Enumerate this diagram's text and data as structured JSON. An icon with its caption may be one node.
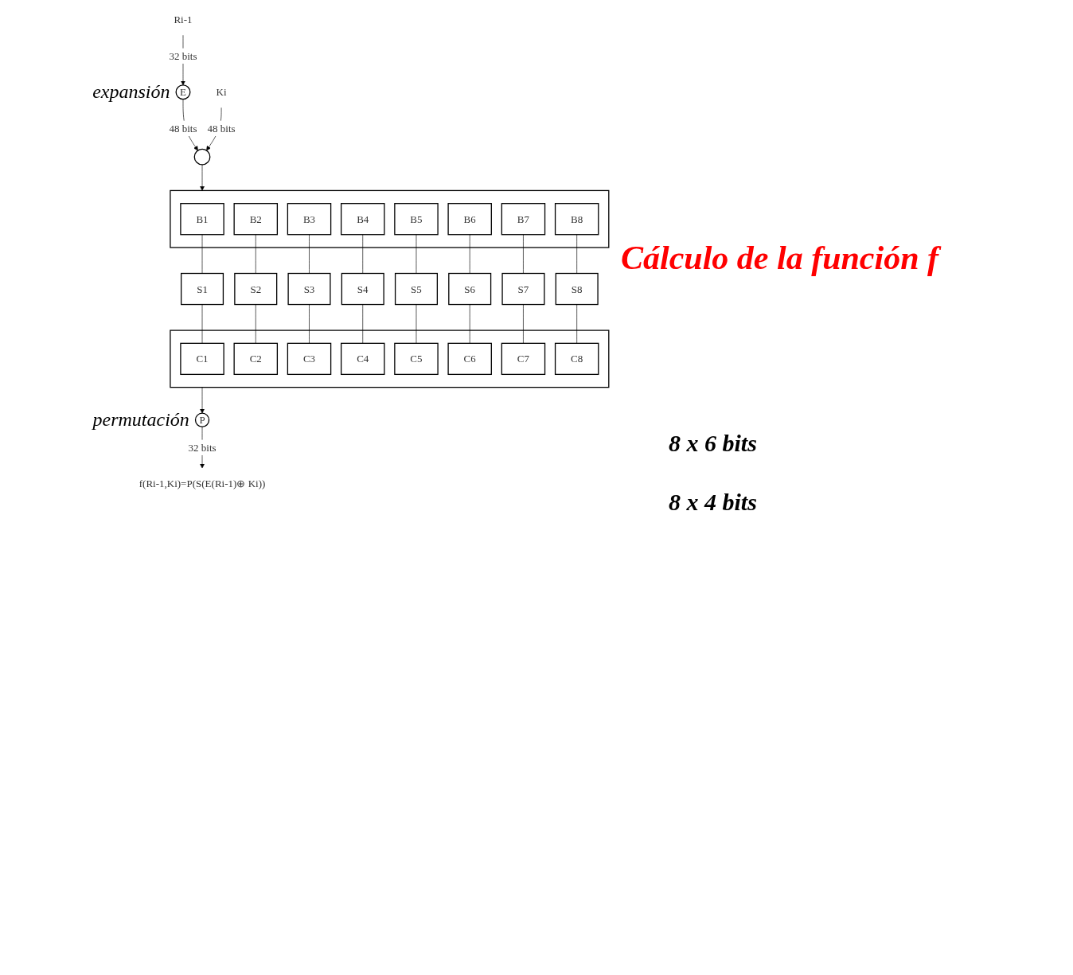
{
  "diagram": {
    "title": "Cálculo de la función f",
    "nodes": [
      {
        "text": [
          "Ri-1"
        ]
      },
      {
        "text": [
          "Ki"
        ]
      },
      {
        "text": [
          "E"
        ],
        "beside": [
          "expansión"
        ]
      },
      {
        "text": [],
        "shape": "circle"
      },
      {
        "text": [],
        "shape": "box"
      },
      {
        "text": [
          "B1"
        ],
        "in": 4
      },
      {
        "text": [
          "B2"
        ],
        "in": 4
      },
      {
        "text": [
          "B3"
        ],
        "in": 4
      },
      {
        "text": [
          "B4"
        ],
        "in": 4
      },
      {
        "text": [
          "B5"
        ],
        "in": 4
      },
      {
        "text": [
          "B6"
        ],
        "in": 4
      },
      {
        "text": [
          "B7"
        ],
        "in": 4
      },
      {
        "text": [
          "B8"
        ],
        "in": 4
      },
      {
        "text": [
          "S1"
        ]
      },
      {
        "text": [
          "S2"
        ]
      },
      {
        "text": [
          "S3"
        ]
      },
      {
        "text": [
          "S4"
        ]
      },
      {
        "text": [
          "S5"
        ]
      },
      {
        "text": [
          "S6"
        ]
      },
      {
        "text": [
          "S7"
        ]
      },
      {
        "text": [
          "S8"
        ]
      },
      {
        "text": [],
        "shape": "box"
      },
      {
        "text": [
          "C1"
        ],
        "in": 21
      },
      {
        "text": [
          "C2"
        ],
        "in": 21
      },
      {
        "text": [
          "C3"
        ],
        "in": 21
      },
      {
        "text": [
          "C4"
        ],
        "in": 21
      },
      {
        "text": [
          "C5"
        ],
        "in": 21
      },
      {
        "text": [
          "C6"
        ],
        "in": 21
      },
      {
        "text": [
          "C7"
        ],
        "in": 21
      },
      {
        "text": [
          "C8"
        ],
        "in": 21
      },
      {
        "text": [
          "P"
        ],
        "beside": [
          "permutación"
        ]
      },
      {
        "text": [
          "f(Ri-1,Ki)=P(S(E(Ri-1)⊕ Ki))"
        ]
      }
    ],
    "edges": [
      {
        "from": 0,
        "to": 2,
        "arrow": "to",
        "label": "32 bits"
      },
      {
        "from": 2,
        "to": 3,
        "arrow": "to",
        "label": "48 bits"
      },
      {
        "from": 1,
        "to": 3,
        "arrow": "to",
        "label": "48 bits"
      },
      {
        "from": 3,
        "to": 4,
        "arrow": "to"
      },
      {
        "from": 5,
        "to": 13,
        "arrow": "none"
      },
      {
        "from": 6,
        "to": 14,
        "arrow": "none"
      },
      {
        "from": 7,
        "to": 15,
        "arrow": "none"
      },
      {
        "from": 8,
        "to": 16,
        "arrow": "none"
      },
      {
        "from": 9,
        "to": 17,
        "arrow": "none"
      },
      {
        "from": 10,
        "to": 18,
        "arrow": "none"
      },
      {
        "from": 11,
        "to": 19,
        "arrow": "none"
      },
      {
        "from": 12,
        "to": 20,
        "arrow": "none"
      },
      {
        "from": 13,
        "to": 22,
        "arrow": "none"
      },
      {
        "from": 14,
        "to": 23,
        "arrow": "none"
      },
      {
        "from": 15,
        "to": 24,
        "arrow": "none"
      },
      {
        "from": 16,
        "to": 25,
        "arrow": "none"
      },
      {
        "from": 17,
        "to": 26,
        "arrow": "none"
      },
      {
        "from": 18,
        "to": 27,
        "arrow": "none"
      },
      {
        "from": 19,
        "to": 28,
        "arrow": "none"
      },
      {
        "from": 20,
        "to": 29,
        "arrow": "none"
      },
      {
        "from": 21,
        "to": 30,
        "arrow": "to"
      },
      {
        "from": 30,
        "to": 31,
        "arrow": "to",
        "label": "32 bits"
      }
    ],
    "labels": [
      "8 x 6 bits",
      "8 x 4 bits"
    ]
  }
}
